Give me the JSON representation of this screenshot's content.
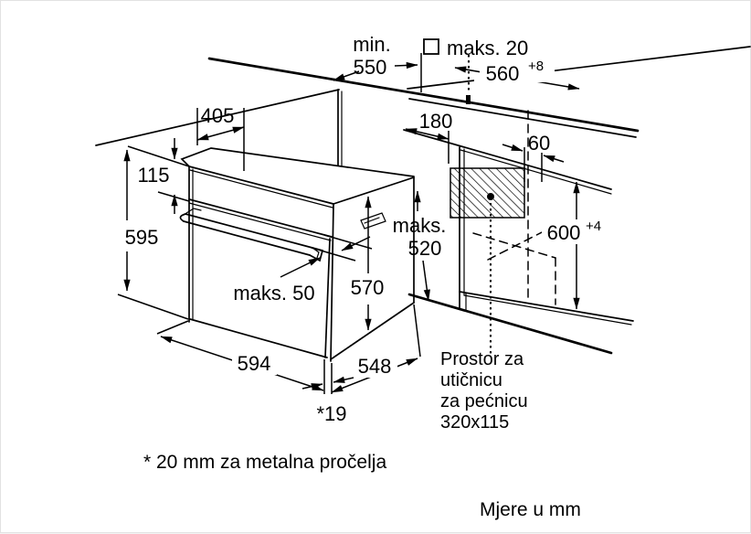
{
  "diagram_type": "oven-installation-drawing",
  "colors": {
    "line": "#000000",
    "background": "#ffffff"
  },
  "labels": {
    "min": "min.",
    "v550": "550",
    "gap": "maks. 20",
    "v560": "560",
    "t560": "+8",
    "v180": "180",
    "v60": "60",
    "v405": "405",
    "v115": "115",
    "v595": "595",
    "maks": "maks.",
    "v520": "520",
    "v570": "570",
    "maks50": "maks. 50",
    "v594": "594",
    "v548": "548",
    "v19": "*19",
    "v600": "600",
    "t600": "+4"
  },
  "notes": {
    "socket_line1": "Prostor za",
    "socket_line2": "utičnicu",
    "socket_line3": "za pećnicu",
    "socket_line4": "320x115",
    "footnote": "* 20 mm za metalna pročelja",
    "units": "Mjere u mm"
  }
}
